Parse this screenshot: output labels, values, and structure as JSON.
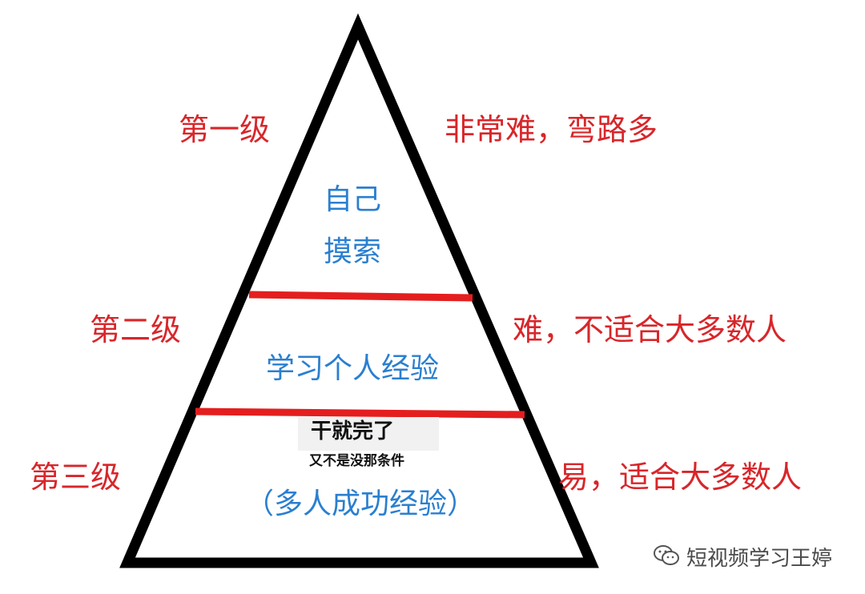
{
  "levels": [
    {
      "level": "第一级",
      "difficulty": "非常难，弯路多",
      "method_line1": "自己",
      "method_line2": "摸索"
    },
    {
      "level": "第二级",
      "difficulty": "难，不适合大多数人",
      "method": "学习个人经验"
    },
    {
      "level": "第三级",
      "difficulty": "易，适合大多数人",
      "method": "（多人成功经验）"
    }
  ],
  "overlay": {
    "main": "干就完了",
    "sub": "又不是没那条件"
  },
  "watermark": {
    "text": "短视频学习王婷",
    "icon": "wechat-icon"
  },
  "colors": {
    "level_text": "#d8262a",
    "method_text": "#2a7fd0",
    "outline": "#000000",
    "divider": "#e41e1e"
  }
}
